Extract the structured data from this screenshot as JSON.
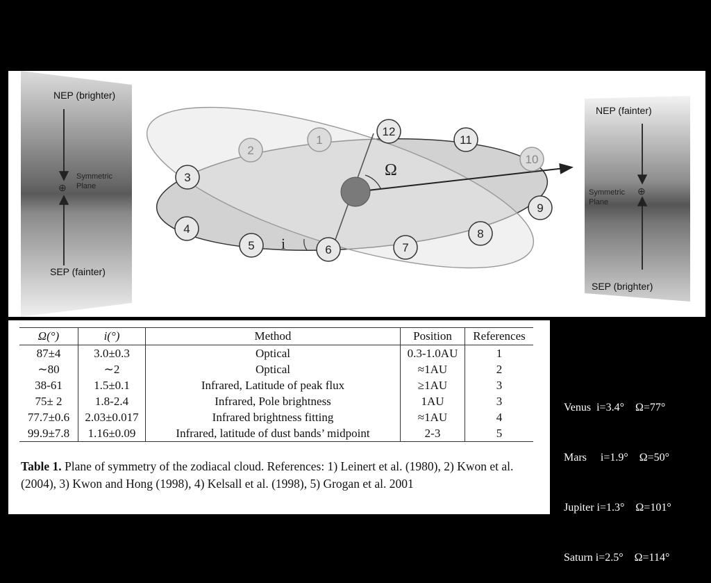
{
  "diagram": {
    "left_panel": {
      "top_label": "NEP (brighter)",
      "bottom_label": "SEP (fainter)",
      "plane_line1": "Symmetric",
      "plane_line2": "Plane"
    },
    "right_panel": {
      "top_label": "NEP (fainter)",
      "bottom_label": "SEP (brighter)",
      "plane_line1": "Symmetric",
      "plane_line2": "Plane"
    },
    "omega_label": "Ω",
    "inclination_label": "i",
    "orbit_markers": [
      "1",
      "2",
      "3",
      "4",
      "5",
      "6",
      "7",
      "8",
      "9",
      "10",
      "11",
      "12"
    ]
  },
  "table": {
    "headers": [
      "Ω(°)",
      "i(°)",
      "Method",
      "Position",
      "References"
    ],
    "rows": [
      [
        "87±4",
        "3.0±0.3",
        "Optical",
        "0.3-1.0AU",
        "1"
      ],
      [
        "∼80",
        "∼2",
        "Optical",
        "≈1AU",
        "2"
      ],
      [
        "38-61",
        "1.5±0.1",
        "Infrared, Latitude of peak flux",
        "≥1AU",
        "3"
      ],
      [
        "75± 2",
        "1.8-2.4",
        "Infrared, Pole brightness",
        "1AU",
        "3"
      ],
      [
        "77.7±0.6",
        "2.03±0.017",
        "Infrared brightness fitting",
        "≈1AU",
        "4"
      ],
      [
        "99.9±7.8",
        "1.16±0.09",
        "Infrared, latitude of dust bands’ midpoint",
        "2-3",
        "5"
      ]
    ],
    "caption_label": "Table 1.",
    "caption_text": " Plane of symmetry of the zodiacal cloud. References: 1) Leinert et al. (1980), 2) Kwon et al. (2004), 3) Kwon and Hong (1998), 4) Kelsall et al. (1998), 5) Grogan et al. 2001"
  },
  "planets": [
    {
      "text": "Venus  i=3.4°    Ω=77°"
    },
    {
      "text": "Mars     i=1.9°    Ω=50°"
    },
    {
      "text": "Jupiter i=1.3°    Ω=101°"
    },
    {
      "text": "Saturn i=2.5°    Ω=114°"
    }
  ]
}
